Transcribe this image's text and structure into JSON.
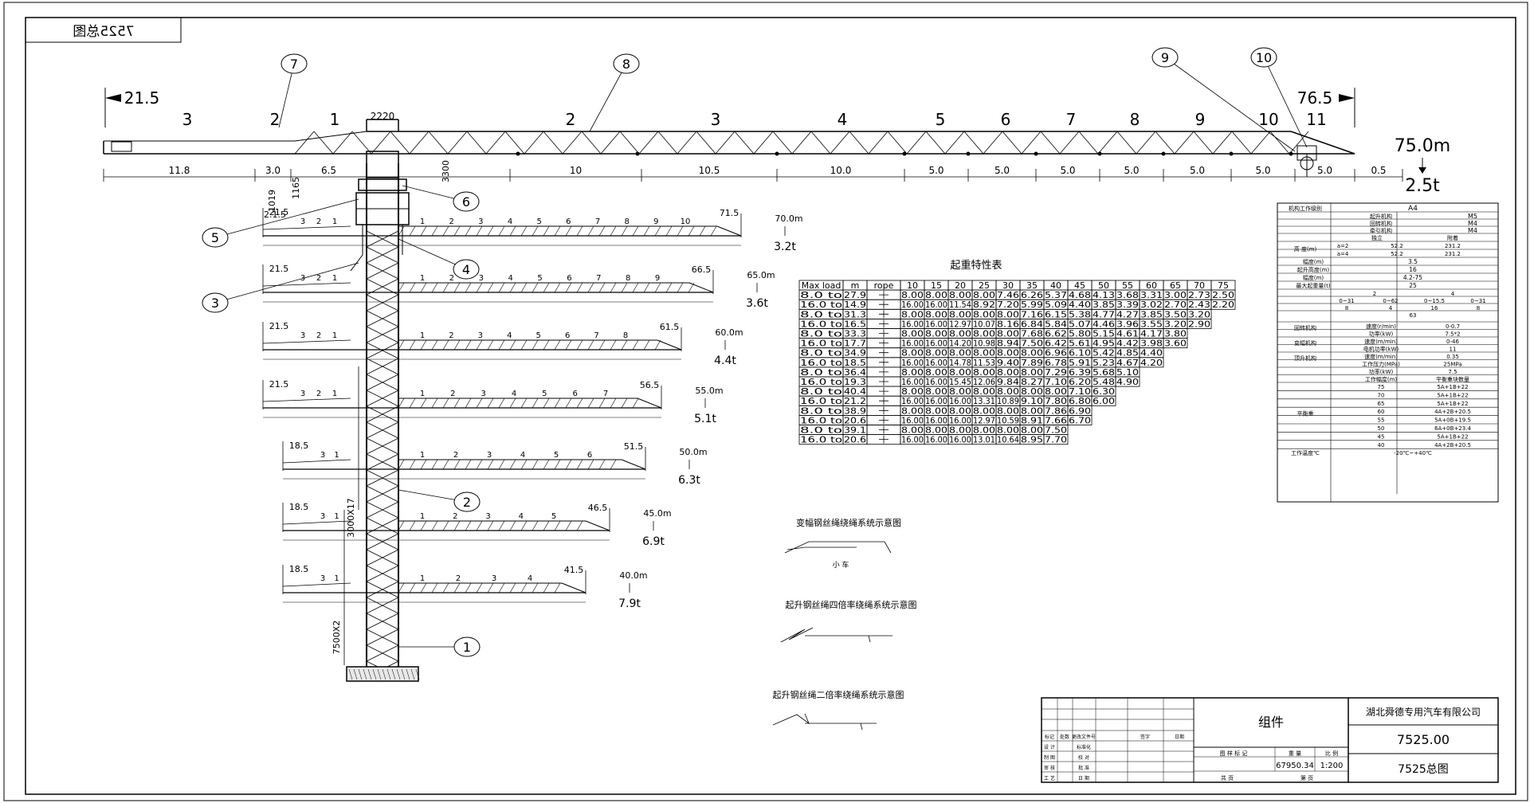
{
  "drawing": {
    "mirrored_tag": "7525总图",
    "lift_table_title": "起重特性表",
    "wire_luffing_caption": "变幅钢丝绳绕绳系统示意图",
    "trolley_label": "小 车",
    "wire_hoist4_caption": "起升钢丝绳四倍率绕绳系统示意图",
    "wire_hoist2_caption": "起升钢丝绳二倍率绕绳系统示意图",
    "tower_height_1": "7500X2",
    "tower_height_2": "3000X17"
  },
  "main_jib": {
    "left_end_value": "21.5",
    "right_end_value": "76.5",
    "counter_sections": [
      "3",
      "2",
      "1"
    ],
    "jib_sections": [
      "2",
      "3",
      "4",
      "5",
      "6",
      "7",
      "8",
      "9",
      "10",
      "11"
    ],
    "counter_dims": [
      "11.8",
      "3.0",
      "6.5"
    ],
    "jib_dims": [
      "10",
      "10.5",
      "10.0",
      "5.0",
      "5.0",
      "5.0",
      "5.0",
      "5.0",
      "5.0",
      "5.0",
      "0.5"
    ],
    "top_dim": "2220",
    "head_dims": [
      "3300",
      "1165",
      "1019",
      "2.1.5"
    ],
    "max_radius": "75.0m",
    "tip_load": "2.5t"
  },
  "callouts": [
    "1",
    "2",
    "3",
    "4",
    "5",
    "6",
    "7",
    "8",
    "9",
    "10"
  ],
  "configs": [
    {
      "counter": "21.5",
      "radius": "70.0m",
      "load": "3.2t",
      "tip": "71.5",
      "sections": [
        "3",
        "2",
        "1",
        "1",
        "2",
        "3",
        "4",
        "5",
        "6",
        "7",
        "8",
        "9",
        "10"
      ]
    },
    {
      "counter": "21.5",
      "radius": "65.0m",
      "load": "3.6t",
      "tip": "66.5",
      "sections": [
        "3",
        "2",
        "1",
        "1",
        "2",
        "3",
        "4",
        "5",
        "6",
        "7",
        "8",
        "9"
      ]
    },
    {
      "counter": "21.5",
      "radius": "60.0m",
      "load": "4.4t",
      "tip": "61.5",
      "sections": [
        "3",
        "2",
        "1",
        "1",
        "2",
        "3",
        "4",
        "5",
        "6",
        "7",
        "8"
      ]
    },
    {
      "counter": "21.5",
      "radius": "55.0m",
      "load": "5.1t",
      "tip": "56.5",
      "sections": [
        "3",
        "2",
        "1",
        "1",
        "2",
        "3",
        "4",
        "5",
        "6",
        "7"
      ]
    },
    {
      "counter": "18.5",
      "radius": "50.0m",
      "load": "6.3t",
      "tip": "51.5",
      "sections": [
        "3",
        "1",
        "1",
        "2",
        "3",
        "4",
        "5",
        "6"
      ]
    },
    {
      "counter": "18.5",
      "radius": "45.0m",
      "load": "6.9t",
      "tip": "46.5",
      "sections": [
        "3",
        "1",
        "1",
        "2",
        "3",
        "4",
        "5"
      ]
    },
    {
      "counter": "18.5",
      "radius": "40.0m",
      "load": "7.9t",
      "tip": "41.5",
      "sections": [
        "3",
        "1",
        "1",
        "2",
        "3",
        "4"
      ]
    }
  ],
  "lift_table": {
    "headers": [
      "Max load",
      "m",
      "rope",
      "10",
      "15",
      "20",
      "25",
      "30",
      "35",
      "40",
      "45",
      "50",
      "55",
      "60",
      "65",
      "70",
      "75"
    ],
    "rows": [
      [
        "8.0 to",
        "27.9",
        "",
        "8.00",
        "8.00",
        "8.00",
        "8.00",
        "7.46",
        "6.26",
        "5.37",
        "4.68",
        "4.13",
        "3.68",
        "3.31",
        "3.00",
        "2.73",
        "2.50"
      ],
      [
        "16.0 to",
        "14.9",
        "",
        "16.00",
        "16.00",
        "11.54",
        "8.92",
        "7.20",
        "5.99",
        "5.09",
        "4.40",
        "3.85",
        "3.39",
        "3.02",
        "2.70",
        "2.43",
        "2.20"
      ],
      [
        "8.0 to",
        "31.3",
        "",
        "8.00",
        "8.00",
        "8.00",
        "8.00",
        "8.00",
        "7.16",
        "6.15",
        "5.38",
        "4.77",
        "4.27",
        "3.85",
        "3.50",
        "3.20",
        ""
      ],
      [
        "16.0 to",
        "16.5",
        "",
        "16.00",
        "16.00",
        "12.97",
        "10.07",
        "8.16",
        "6.84",
        "5.84",
        "5.07",
        "4.46",
        "3.96",
        "3.55",
        "3.20",
        "2.90",
        ""
      ],
      [
        "8.0 to",
        "33.3",
        "",
        "8.00",
        "8.00",
        "8.00",
        "8.00",
        "8.00",
        "7.68",
        "6.62",
        "5.80",
        "5.15",
        "4.61",
        "4.17",
        "3.80",
        "",
        ""
      ],
      [
        "16.0 to",
        "17.7",
        "",
        "16.00",
        "16.00",
        "14.20",
        "10.98",
        "8.94",
        "7.50",
        "6.42",
        "5.61",
        "4.95",
        "4.42",
        "3.98",
        "3.60",
        "",
        ""
      ],
      [
        "8.0 to",
        "34.9",
        "",
        "8.00",
        "8.00",
        "8.00",
        "8.00",
        "8.00",
        "8.00",
        "6.96",
        "6.10",
        "5.42",
        "4.85",
        "4.40",
        "",
        "",
        ""
      ],
      [
        "16.0 to",
        "18.5",
        "",
        "16.00",
        "16.00",
        "14.78",
        "11.53",
        "9.40",
        "7.89",
        "6.78",
        "5.91",
        "5.23",
        "4.67",
        "4.20",
        "",
        "",
        ""
      ],
      [
        "8.0 to",
        "36.4",
        "",
        "8.00",
        "8.00",
        "8.00",
        "8.00",
        "8.00",
        "8.00",
        "7.29",
        "6.39",
        "5.68",
        "5.10",
        "",
        "",
        "",
        ""
      ],
      [
        "16.0 to",
        "19.3",
        "",
        "16.00",
        "16.00",
        "15.45",
        "12.06",
        "9.84",
        "8.27",
        "7.10",
        "6.20",
        "5.48",
        "4.90",
        "",
        "",
        "",
        ""
      ],
      [
        "8.0 to",
        "40.4",
        "",
        "8.00",
        "8.00",
        "8.00",
        "8.00",
        "8.00",
        "8.00",
        "8.00",
        "7.10",
        "6.30",
        "",
        "",
        "",
        "",
        ""
      ],
      [
        "16.0 to",
        "21.2",
        "",
        "16.00",
        "16.00",
        "16.00",
        "13.31",
        "10.89",
        "9.10",
        "7.80",
        "6.80",
        "6.00",
        "",
        "",
        "",
        "",
        ""
      ],
      [
        "8.0 to",
        "38.9",
        "",
        "8.00",
        "8.00",
        "8.00",
        "8.00",
        "8.00",
        "8.00",
        "7.86",
        "6.90",
        "",
        "",
        "",
        "",
        "",
        ""
      ],
      [
        "16.0 to",
        "20.6",
        "",
        "16.00",
        "16.00",
        "16.00",
        "12.97",
        "10.59",
        "8.91",
        "7.66",
        "6.70",
        "",
        "",
        "",
        "",
        "",
        ""
      ],
      [
        "8.0 to",
        "39.1",
        "",
        "8.00",
        "8.00",
        "8.00",
        "8.00",
        "8.00",
        "8.00",
        "7.50",
        "",
        "",
        "",
        "",
        "",
        "",
        ""
      ],
      [
        "16.0 to",
        "20.6",
        "",
        "16.00",
        "16.00",
        "16.00",
        "13.01",
        "10.64",
        "8.95",
        "7.70",
        "",
        "",
        "",
        "",
        "",
        "",
        ""
      ]
    ]
  },
  "spec_table": {
    "top_value": "A4",
    "mech_label": "机构工作级别",
    "mech_items": [
      [
        "起升机构",
        "M5"
      ],
      [
        "回转机构",
        "M4"
      ],
      [
        "牵引机构",
        "M4"
      ]
    ],
    "height_label": "高 度(m)",
    "height_head": [
      "独立",
      "附着"
    ],
    "height_rows": [
      [
        "a=2",
        "52.2",
        "231.2"
      ],
      [
        "a=4",
        "52.2",
        "231.2"
      ]
    ],
    "rows": [
      [
        "幅度(m)",
        "3.5"
      ],
      [
        "起升高度(m)",
        "16"
      ],
      [
        "幅度(m)",
        "4.2-75"
      ],
      [
        "最大起重量(t)",
        "25"
      ]
    ],
    "hoist_head": [
      "2",
      "4"
    ],
    "hoist_speed": [
      "0~31",
      "0~62",
      "0~15.5",
      "0~31"
    ],
    "hoist_load": [
      "8",
      "4",
      "16",
      "8"
    ],
    "hoist_power": "63",
    "slew": [
      [
        "回转机构",
        "速度(r/min)",
        "0-0.7"
      ],
      [
        "",
        "功率(kW)",
        "7.5*2"
      ]
    ],
    "trolley": [
      [
        "变幅机构",
        "速度(m/min)",
        "0-46"
      ],
      [
        "",
        "电机功率(kW)",
        "11"
      ]
    ],
    "climb": [
      [
        "顶升机构",
        "速度(m/min)",
        "0.35"
      ],
      [
        "",
        "工作压力(MPa)",
        "25MPa"
      ],
      [
        "",
        "功率(kW)",
        "7.5"
      ]
    ],
    "ballast_label": "平衡重",
    "ballast_head": [
      "工作幅度(m)",
      "平衡重块数量"
    ],
    "ballast": [
      [
        "75",
        "5A+1B+22"
      ],
      [
        "70",
        "5A+1B+22"
      ],
      [
        "65",
        "5A+1B+22"
      ],
      [
        "60",
        "4A+2B+20.5"
      ],
      [
        "55",
        "5A+0B+19.5"
      ],
      [
        "50",
        "6A+0B+23.4"
      ],
      [
        "45",
        "5A+1B+22"
      ],
      [
        "40",
        "4A+2B+20.5"
      ]
    ],
    "temp_label": "工作温度℃",
    "temp_value": "-20℃~+40℃"
  },
  "title_block": {
    "drawing_name": "组件",
    "company": "湖北舜德专用汽车有限公司",
    "drawing_no": "7525.00",
    "sheet_title": "7525总图",
    "weight": "67950.34",
    "scale": "1:200",
    "h_stage_mark": "图 样 标 记",
    "h_weight": "重 量",
    "h_scale": "比 例",
    "h_sheets": "共   页",
    "h_sheet": "第   页",
    "sig_rows": [
      [
        "标记",
        "处数",
        "更改文件号",
        "签字",
        "日期"
      ],
      [
        "设 计",
        "",
        "标准化",
        "",
        ""
      ],
      [
        "制 图",
        "",
        "校 对",
        "",
        ""
      ],
      [
        "审 核",
        "",
        "批 准",
        "",
        ""
      ],
      [
        "工 艺",
        "",
        "日 期",
        "",
        ""
      ]
    ]
  }
}
